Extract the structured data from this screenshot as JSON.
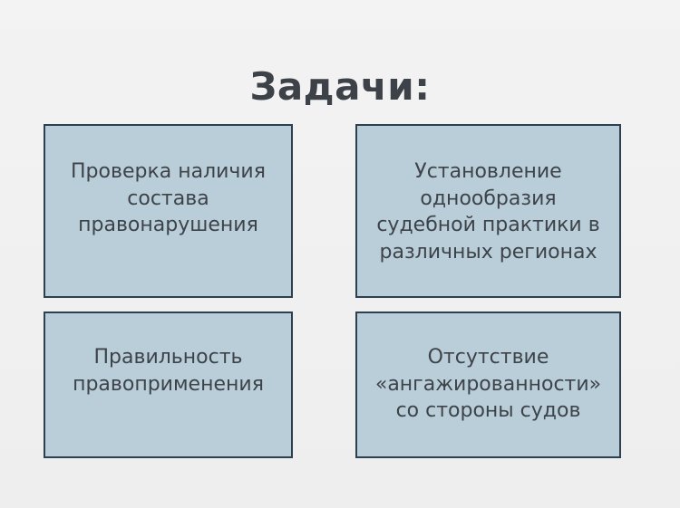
{
  "slide": {
    "title": "Задачи:",
    "boxes": [
      {
        "text": "Проверка наличия\nсостава\nправонарушения"
      },
      {
        "text": "Установление\nоднообразия\nсудебной практики в\nразличных регионах"
      },
      {
        "text": "Правильность\nправоприменения"
      },
      {
        "text": "Отсутствие\n«ангажированности»\nсо стороны судов"
      }
    ]
  },
  "colors": {
    "background": "#f0f0f0",
    "box_fill": "#b9ced9",
    "box_border": "#2e3f4f",
    "text": "#3e434a"
  }
}
